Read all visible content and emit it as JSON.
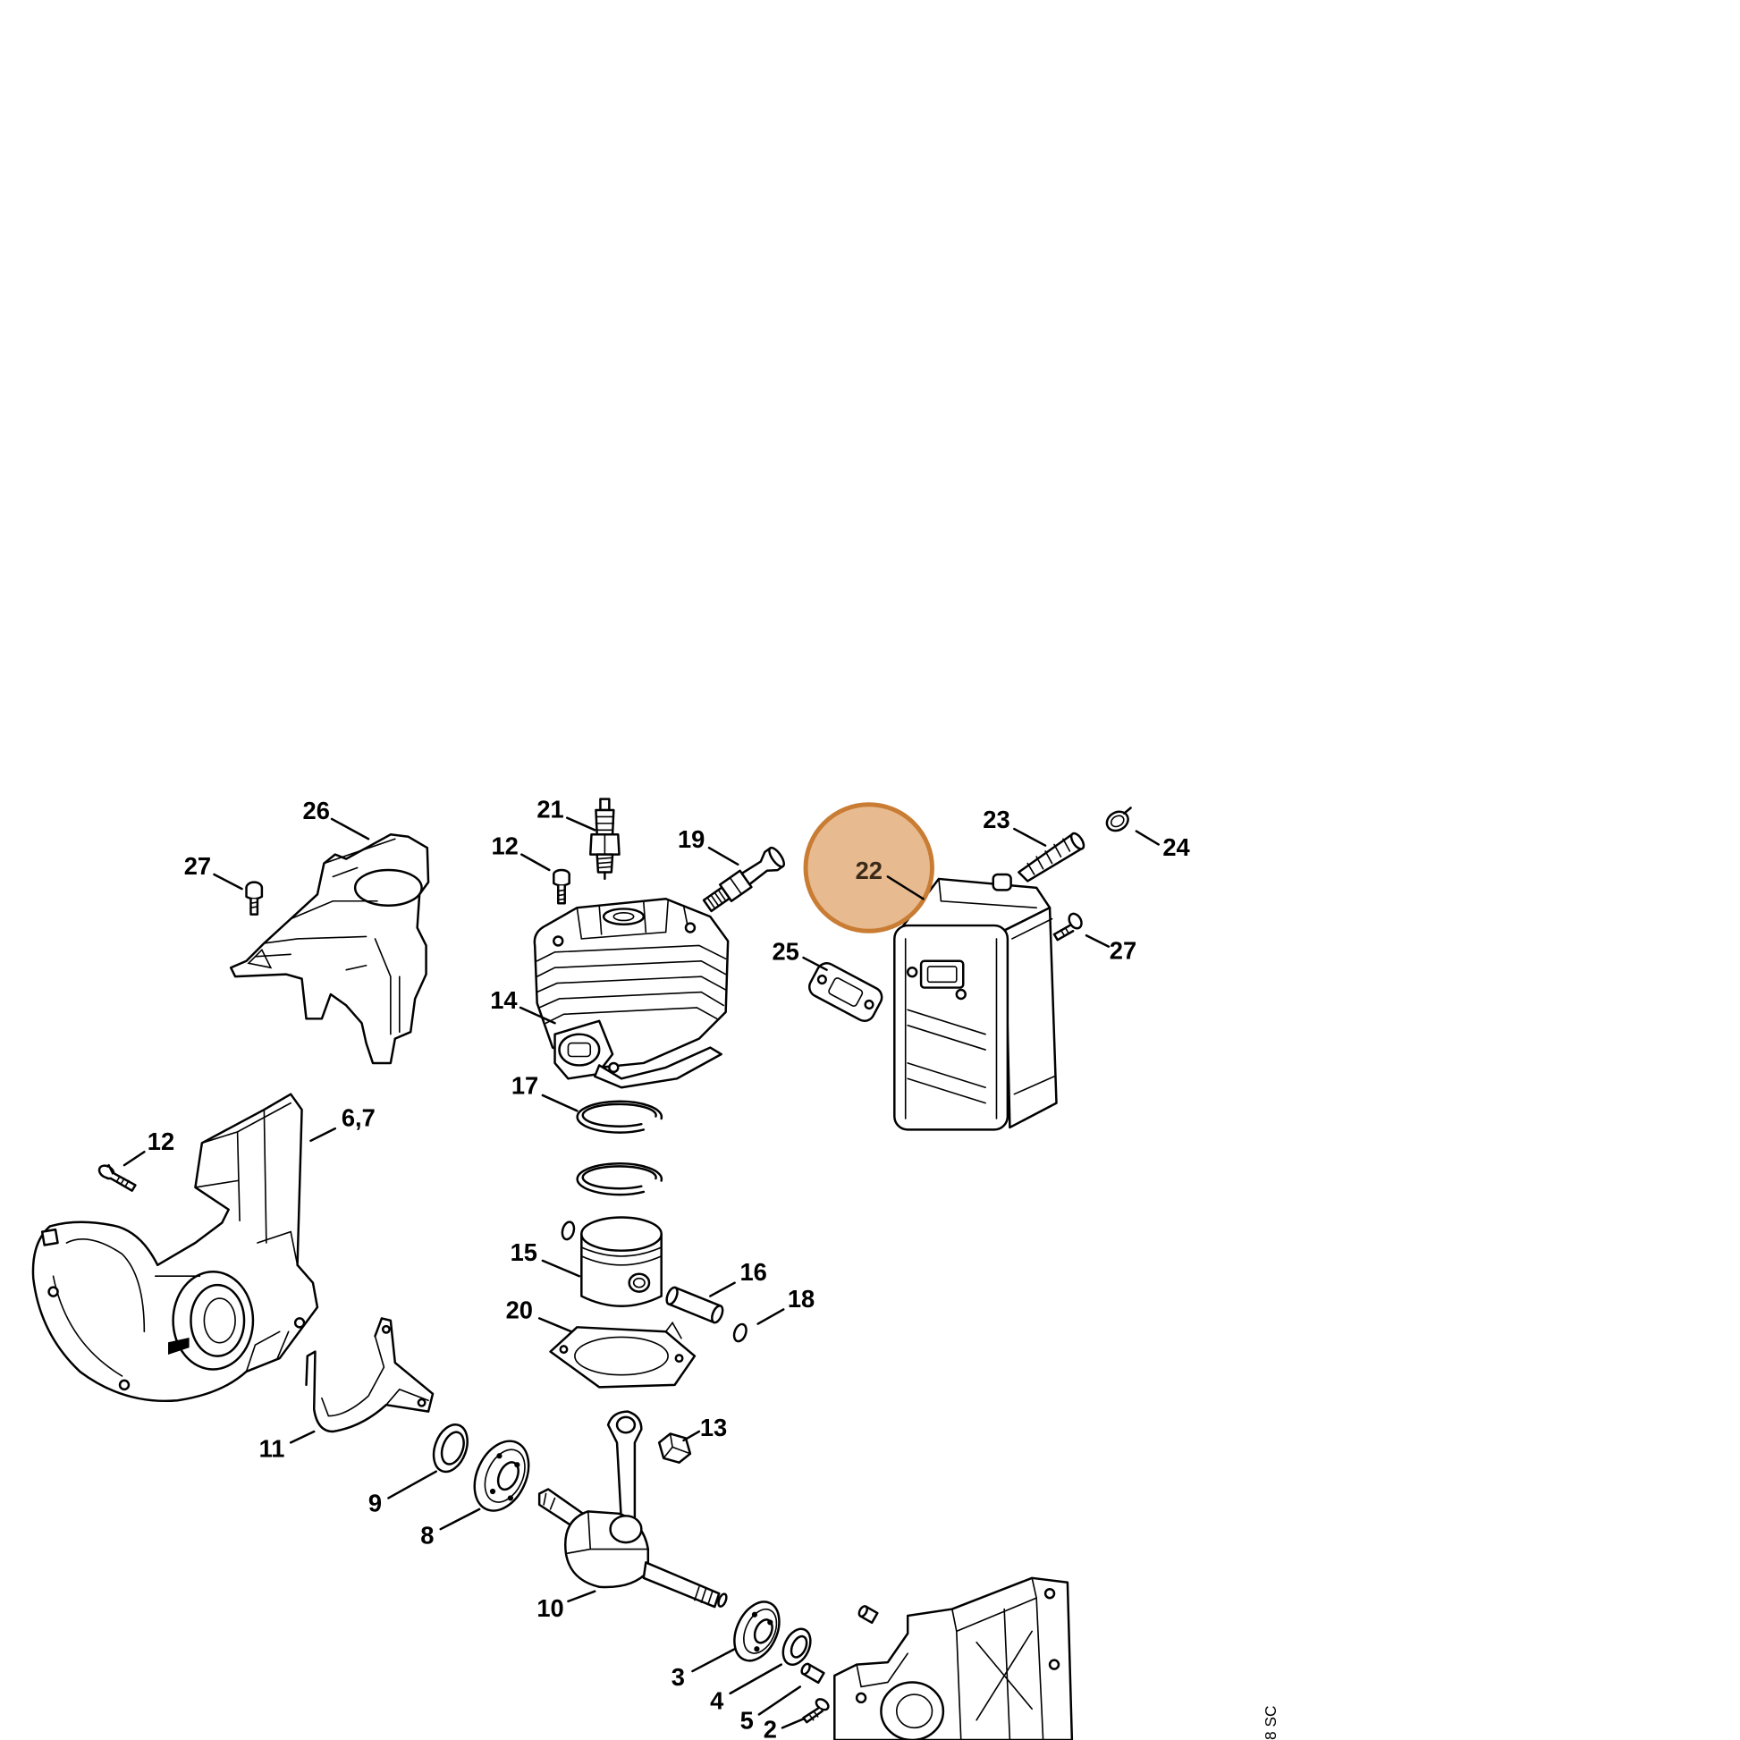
{
  "diagram": {
    "callouts": [
      "26",
      "27",
      "21",
      "12",
      "19",
      "22",
      "23",
      "24",
      "27",
      "25",
      "14",
      "17",
      "6,7",
      "12",
      "15",
      "16",
      "18",
      "20",
      "13",
      "11",
      "9",
      "8",
      "10",
      "3",
      "4",
      "5",
      "2"
    ],
    "highlighted_callout": "22",
    "drawing_code": "8 SC"
  },
  "colors": {
    "background": "#ffffff",
    "line": "#000000",
    "highlight_fill": "#e8ba8f",
    "highlight_stroke": "#c97c33"
  }
}
